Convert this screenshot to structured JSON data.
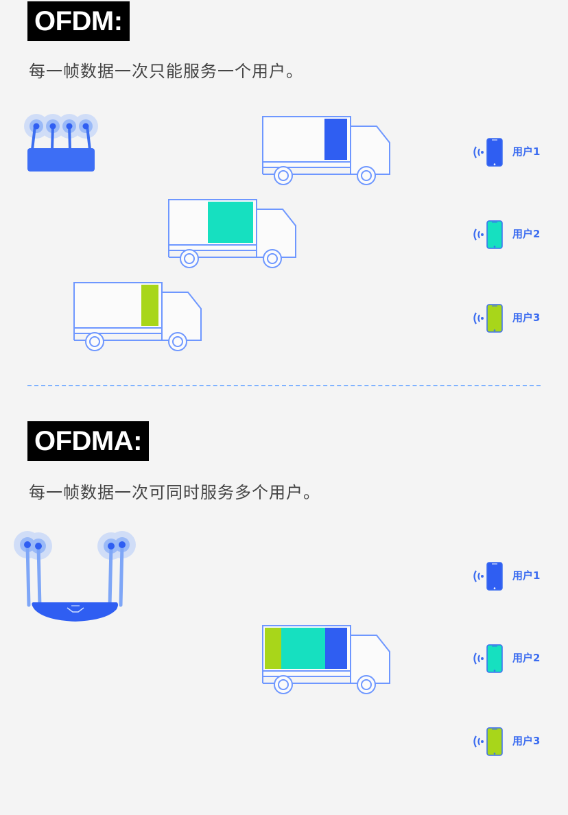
{
  "sections": {
    "ofdm": {
      "title": "OFDM:",
      "description": "每一帧数据一次只能服务一个用户。"
    },
    "ofdma": {
      "title": "OFDMA:",
      "description": "每一帧数据一次可同时服务多个用户。"
    }
  },
  "users": [
    {
      "label": "用户1",
      "color": "#2f5ef2"
    },
    {
      "label": "用户2",
      "color": "#16e0c0"
    },
    {
      "label": "用户3",
      "color": "#a8d61a"
    }
  ],
  "colors": {
    "accent": "#2f5ef2",
    "outline": "#6e97ff",
    "antenna": "#6e9cf7"
  }
}
